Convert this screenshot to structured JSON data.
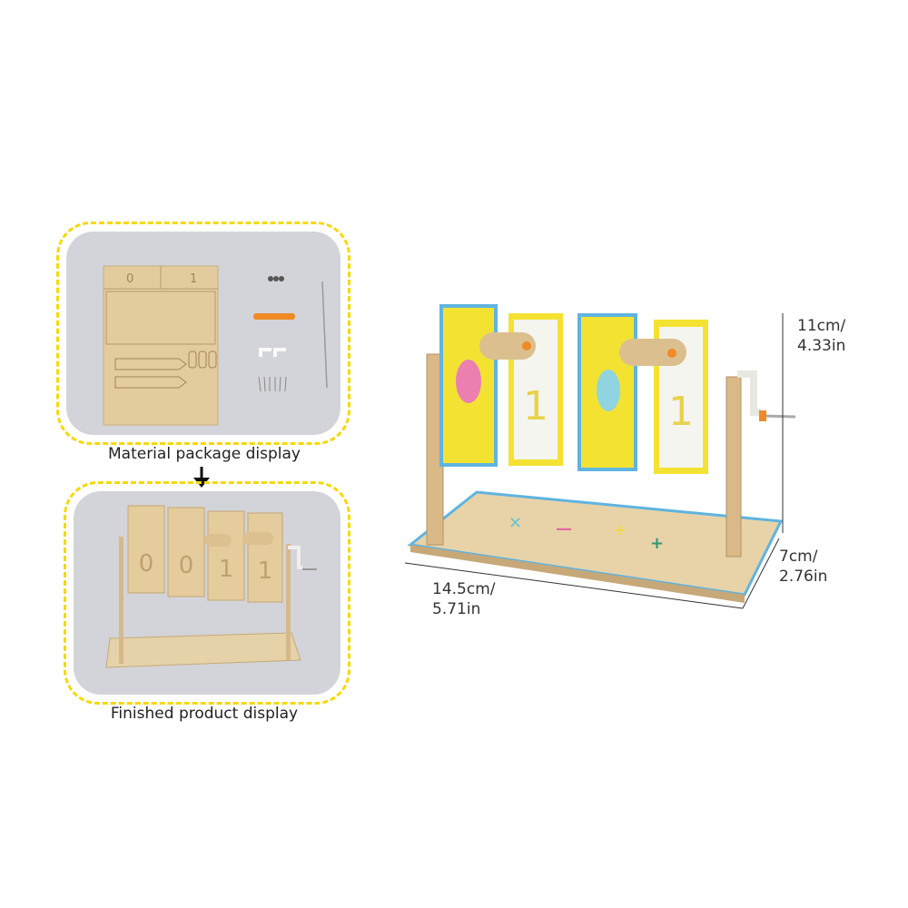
{
  "left": {
    "material_caption": "Material package display",
    "finished_caption": "Finished product display",
    "arrow_icon": "arrow-down-icon",
    "finished_digits": [
      "0",
      "0",
      "1",
      "1"
    ]
  },
  "right": {
    "height_label": [
      "11cm/",
      "4.33in"
    ],
    "depth_label": [
      "7cm/",
      "2.76in"
    ],
    "width_label": [
      "14.5cm/",
      "5.71in"
    ],
    "flap_digits": [
      "1",
      "1"
    ]
  },
  "colors": {
    "dash": "#f5d90a",
    "panel_bg": "#d3d4d9",
    "wood": "#dfc79a",
    "card_yellow": "#f4e233",
    "card_blue": "#5fb4e0"
  }
}
